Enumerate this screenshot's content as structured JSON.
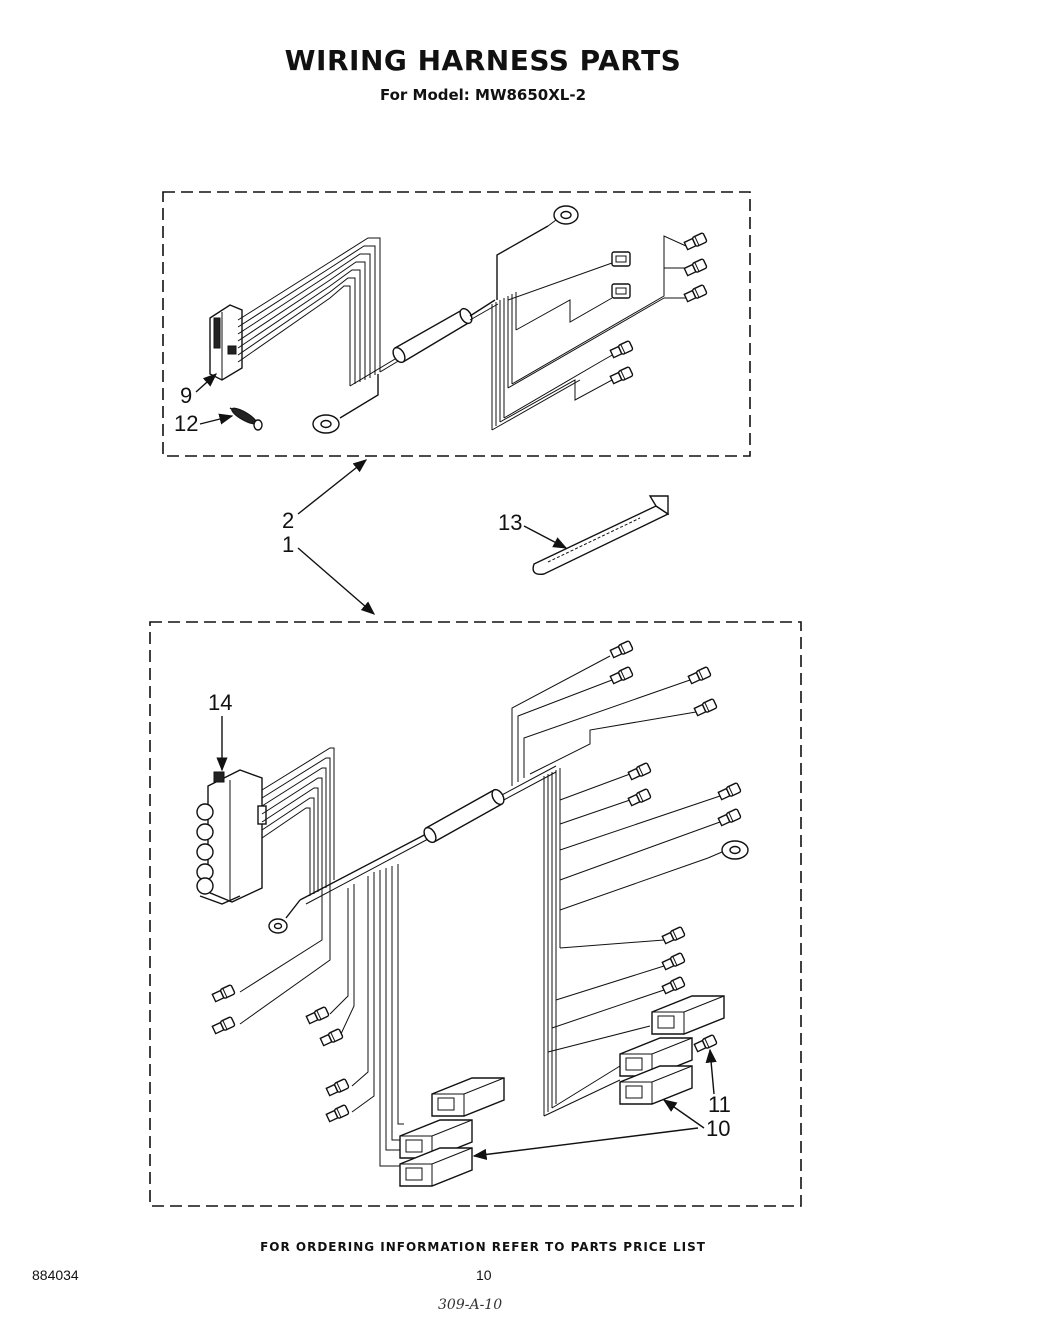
{
  "header": {
    "title": "WIRING HARNESS PARTS",
    "subtitle": "For Model: MW8650XL-2"
  },
  "callouts": {
    "c9": "9",
    "c12": "12",
    "c2": "2",
    "c1": "1",
    "c13": "13",
    "c14": "14",
    "c11": "11",
    "c10": "10"
  },
  "footer": {
    "ordering_note": "FOR ORDERING INFORMATION REFER TO PARTS PRICE LIST",
    "doc_id": "884034",
    "page_number": "10",
    "handwritten_code": "309-A-10"
  }
}
